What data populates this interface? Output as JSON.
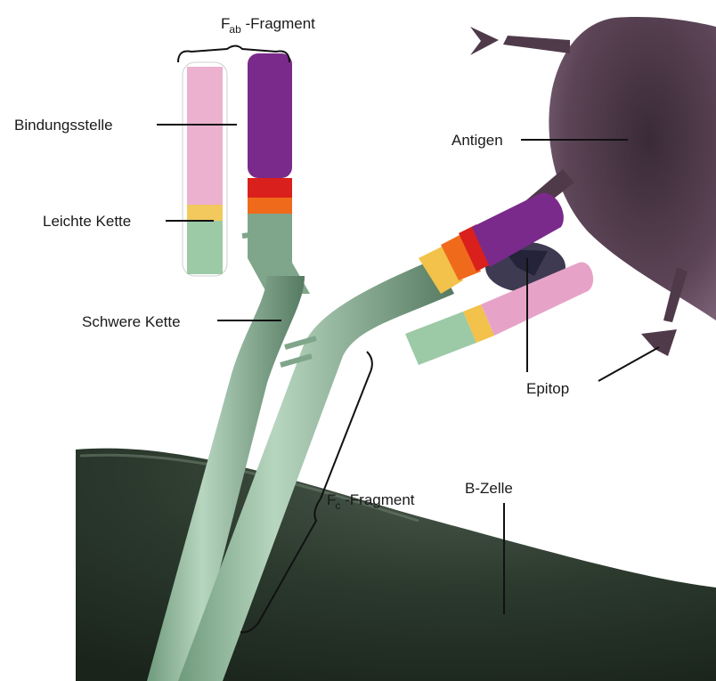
{
  "labels": {
    "fab_main": "F",
    "fab_sub": "ab",
    "fab_rest": "-Fragment",
    "fc_main": "F",
    "fc_sub": "c",
    "fc_rest": "-Fragment",
    "bindungsstelle": "Bindungsstelle",
    "antigen": "Antigen",
    "leichte_kette": "Leichte Kette",
    "schwere_kette": "Schwere Kette",
    "epitop": "Epitop",
    "b_zelle": "B-Zelle"
  },
  "colors": {
    "heavy_chain": "#7fa58a",
    "light_chain": "#9cc9a6",
    "variable_heavy": "#7a2a8a",
    "variable_light": "#e7a3c7",
    "constant_red": "#d9201c",
    "constant_orange": "#f06a1c",
    "constant_yellow": "#f2c24a",
    "antigen": "#4d3a46",
    "b_cell": "#2a3a2c"
  }
}
